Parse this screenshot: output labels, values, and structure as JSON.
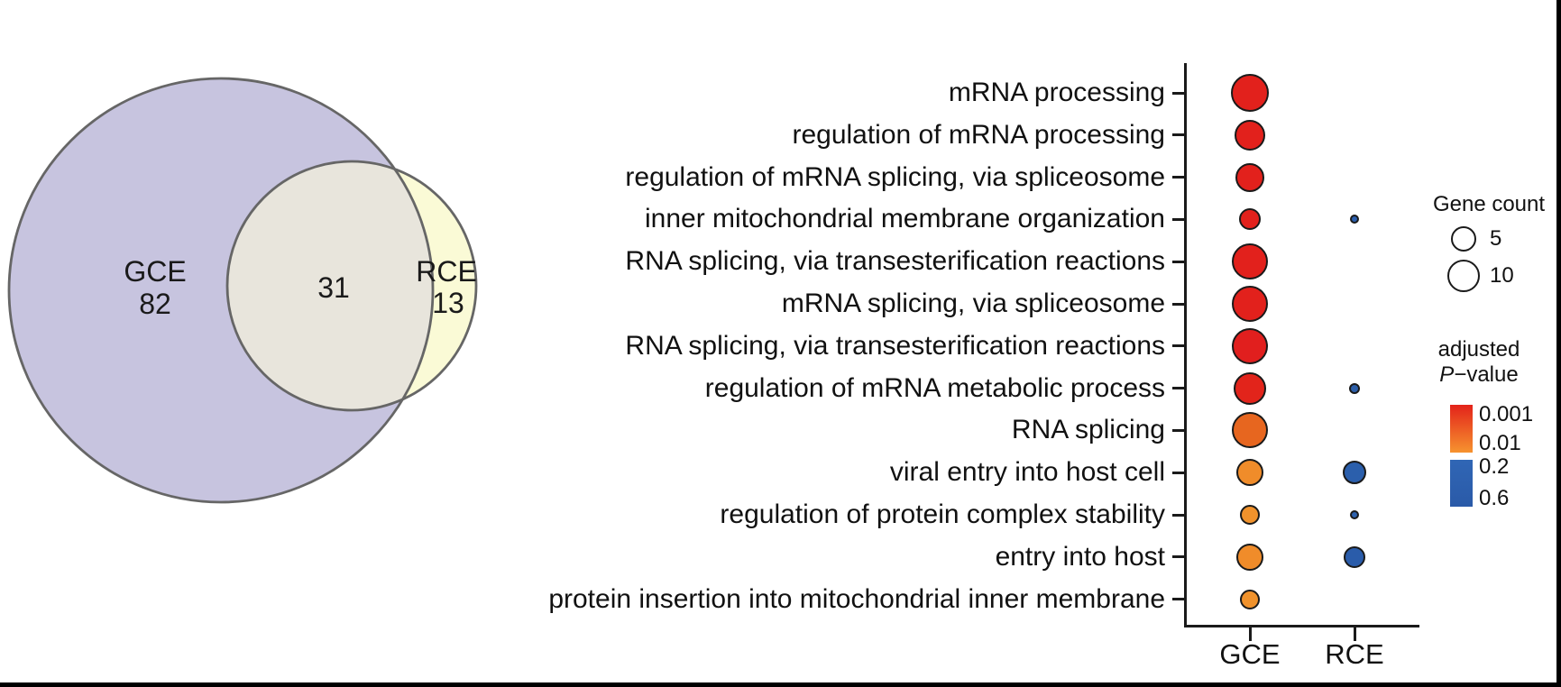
{
  "figure": {
    "background": "#ffffff",
    "frame_color": "#000000"
  },
  "venn": {
    "sets": [
      {
        "label": "GCE",
        "count": "82",
        "fill": "#c7c4df"
      },
      {
        "label": "RCE",
        "count": "13",
        "fill": "#fafad6"
      }
    ],
    "overlap_count": "31",
    "overlap_fill": "#e8e5dc",
    "stroke": "#666666"
  },
  "chart_data": {
    "type": "scatter",
    "subtype": "dot-matrix-bubble",
    "columns": [
      "GCE",
      "RCE"
    ],
    "categories": [
      "mRNA processing",
      "regulation of mRNA processing",
      "regulation of mRNA splicing, via spliceosome",
      "inner mitochondrial membrane organization",
      "RNA splicing, via transesterification reactions",
      "mRNA splicing, via spliceosome",
      "RNA splicing, via transesterification reactions",
      "regulation of mRNA metabolic process",
      "RNA splicing",
      "viral entry into host cell",
      "regulation of protein complex stability",
      "entry into host",
      "protein insertion into mitochondrial inner membrane"
    ],
    "series": [
      {
        "name": "GCE",
        "dots": [
          {
            "radius_px": 21,
            "color": "#e2211c",
            "gene_count_approx": 13,
            "p_adjust_approx": 0.001
          },
          {
            "radius_px": 17,
            "color": "#e2211c",
            "gene_count_approx": 9,
            "p_adjust_approx": 0.001
          },
          {
            "radius_px": 16,
            "color": "#e2211c",
            "gene_count_approx": 8,
            "p_adjust_approx": 0.001
          },
          {
            "radius_px": 12,
            "color": "#e2211c",
            "gene_count_approx": 3,
            "p_adjust_approx": 0.002
          },
          {
            "radius_px": 20,
            "color": "#e2211c",
            "gene_count_approx": 12,
            "p_adjust_approx": 0.001
          },
          {
            "radius_px": 20,
            "color": "#e2211c",
            "gene_count_approx": 12,
            "p_adjust_approx": 0.001
          },
          {
            "radius_px": 20,
            "color": "#e11f1e",
            "gene_count_approx": 12,
            "p_adjust_approx": 0.001
          },
          {
            "radius_px": 18,
            "color": "#e2241b",
            "gene_count_approx": 10,
            "p_adjust_approx": 0.001
          },
          {
            "radius_px": 20,
            "color": "#e7661f",
            "gene_count_approx": 12,
            "p_adjust_approx": 0.005
          },
          {
            "radius_px": 15,
            "color": "#f08c2a",
            "gene_count_approx": 7,
            "p_adjust_approx": 0.01
          },
          {
            "radius_px": 11,
            "color": "#f0922c",
            "gene_count_approx": 2,
            "p_adjust_approx": 0.01
          },
          {
            "radius_px": 15,
            "color": "#f08c2a",
            "gene_count_approx": 7,
            "p_adjust_approx": 0.01
          },
          {
            "radius_px": 11,
            "color": "#f0922c",
            "gene_count_approx": 3,
            "p_adjust_approx": 0.01
          }
        ]
      },
      {
        "name": "RCE",
        "dots": [
          null,
          null,
          null,
          {
            "radius_px": 5,
            "color": "#2b5fae",
            "gene_count_approx": 1,
            "p_adjust_approx": 0.2
          },
          null,
          null,
          null,
          {
            "radius_px": 6,
            "color": "#2d5fa9",
            "gene_count_approx": 1,
            "p_adjust_approx": 0.2
          },
          null,
          {
            "radius_px": 13,
            "color": "#2b5fac",
            "gene_count_approx": 4,
            "p_adjust_approx": 0.3
          },
          {
            "radius_px": 5,
            "color": "#2e62ae",
            "gene_count_approx": 1,
            "p_adjust_approx": 0.2
          },
          {
            "radius_px": 12,
            "color": "#2a5caa",
            "gene_count_approx": 4,
            "p_adjust_approx": 0.3
          },
          null
        ]
      }
    ],
    "legend_size": {
      "title": "Gene count",
      "entries": [
        {
          "label": "5",
          "gene_count": 5,
          "radius_px": 14
        },
        {
          "label": "10",
          "gene_count": 10,
          "radius_px": 18
        }
      ]
    },
    "legend_color": {
      "title_line1": "adjusted",
      "title_italic": "P",
      "title_rest": "−value",
      "hot_labels": [
        "0.001",
        "0.01"
      ],
      "cool_labels": [
        "0.2",
        "0.6"
      ],
      "hot_gradient": [
        "#e3231a",
        "#f6932f"
      ],
      "cool_gradient": [
        "#3066b5",
        "#2a5aa8"
      ]
    },
    "layout": {
      "grid": false,
      "x_axis_type": "categorical",
      "legend_position": "right"
    }
  }
}
